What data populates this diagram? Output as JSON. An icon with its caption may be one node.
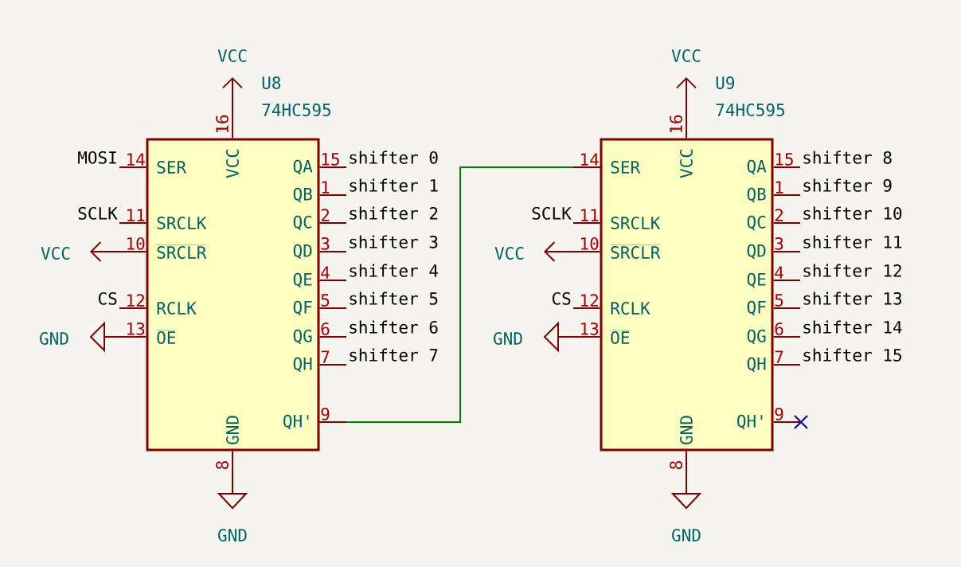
{
  "diagram": {
    "nodes": [
      {
        "text": [
          "U8",
          "74HC595",
          "SER",
          "SRCLK",
          "SRCLR",
          "RCLK",
          "OE",
          "VCC",
          "GND",
          "QA",
          "QB",
          "QC",
          "QD",
          "QE",
          "QF",
          "QG",
          "QH",
          "QH'"
        ]
      },
      {
        "text": [
          "VCC"
        ]
      },
      {
        "text": [
          "GND"
        ]
      },
      {
        "text": [
          "MOSI"
        ]
      },
      {
        "text": [
          "SCLK"
        ]
      },
      {
        "text": [
          "VCC"
        ]
      },
      {
        "text": [
          "CS"
        ]
      },
      {
        "text": [
          "GND"
        ]
      },
      {
        "text": [
          "shifter 0"
        ]
      },
      {
        "text": [
          "shifter 1"
        ]
      },
      {
        "text": [
          "shifter 2"
        ]
      },
      {
        "text": [
          "shifter 3"
        ]
      },
      {
        "text": [
          "shifter 4"
        ]
      },
      {
        "text": [
          "shifter 5"
        ]
      },
      {
        "text": [
          "shifter 6"
        ]
      },
      {
        "text": [
          "shifter 7"
        ]
      },
      {
        "text": [
          "U9",
          "74HC595",
          "SER",
          "SRCLK",
          "SRCLR",
          "RCLK",
          "OE",
          "VCC",
          "GND",
          "QA",
          "QB",
          "QC",
          "QD",
          "QE",
          "QF",
          "QG",
          "QH",
          "QH'"
        ]
      },
      {
        "text": [
          "VCC"
        ]
      },
      {
        "text": [
          "GND"
        ]
      },
      {
        "text": [
          "SCLK"
        ]
      },
      {
        "text": [
          "VCC"
        ]
      },
      {
        "text": [
          "CS"
        ]
      },
      {
        "text": [
          "GND"
        ]
      },
      {
        "text": [
          "shifter 8"
        ]
      },
      {
        "text": [
          "shifter 9"
        ]
      },
      {
        "text": [
          "shifter 10"
        ]
      },
      {
        "text": [
          "shifter 11"
        ]
      },
      {
        "text": [
          "shifter 12"
        ]
      },
      {
        "text": [
          "shifter 13"
        ]
      },
      {
        "text": [
          "shifter 14"
        ]
      },
      {
        "text": [
          "shifter 15"
        ]
      }
    ],
    "edges": [
      {
        "from": 0,
        "to": 1,
        "arrow": "to",
        "label": "16"
      },
      {
        "from": 0,
        "to": 2,
        "arrow": "none",
        "label": "8"
      },
      {
        "from": 0,
        "to": 3,
        "arrow": "none",
        "label": "14"
      },
      {
        "from": 0,
        "to": 4,
        "arrow": "none",
        "label": "11"
      },
      {
        "from": 0,
        "to": 5,
        "arrow": "to",
        "label": "10"
      },
      {
        "from": 0,
        "to": 6,
        "arrow": "none",
        "label": "12"
      },
      {
        "from": 0,
        "to": 7,
        "arrow": "none",
        "label": "13"
      },
      {
        "from": 0,
        "to": 8,
        "arrow": "none",
        "label": "15"
      },
      {
        "from": 0,
        "to": 9,
        "arrow": "none",
        "label": "1"
      },
      {
        "from": 0,
        "to": 10,
        "arrow": "none",
        "label": "2"
      },
      {
        "from": 0,
        "to": 11,
        "arrow": "none",
        "label": "3"
      },
      {
        "from": 0,
        "to": 12,
        "arrow": "none",
        "label": "4"
      },
      {
        "from": 0,
        "to": 13,
        "arrow": "none",
        "label": "5"
      },
      {
        "from": 0,
        "to": 14,
        "arrow": "none",
        "label": "6"
      },
      {
        "from": 0,
        "to": 15,
        "arrow": "none",
        "label": "7"
      },
      {
        "from": 0,
        "to": 16,
        "arrow": "none",
        "color": "#008400"
      },
      {
        "from": 16,
        "to": 17,
        "arrow": "to",
        "label": "16"
      },
      {
        "from": 16,
        "to": 18,
        "arrow": "none",
        "label": "8"
      },
      {
        "from": 16,
        "to": 19,
        "arrow": "none",
        "label": "11"
      },
      {
        "from": 16,
        "to": 20,
        "arrow": "to",
        "label": "10"
      },
      {
        "from": 16,
        "to": 21,
        "arrow": "none",
        "label": "12"
      },
      {
        "from": 16,
        "to": 22,
        "arrow": "none",
        "label": "13"
      },
      {
        "from": 16,
        "to": 23,
        "arrow": "none",
        "label": "15"
      },
      {
        "from": 16,
        "to": 24,
        "arrow": "none",
        "label": "1"
      },
      {
        "from": 16,
        "to": 25,
        "arrow": "none",
        "label": "2"
      },
      {
        "from": 16,
        "to": 26,
        "arrow": "none",
        "label": "3"
      },
      {
        "from": 16,
        "to": 27,
        "arrow": "none",
        "label": "4"
      },
      {
        "from": 16,
        "to": 28,
        "arrow": "none",
        "label": "5"
      },
      {
        "from": 16,
        "to": 29,
        "arrow": "none",
        "label": "6"
      },
      {
        "from": 16,
        "to": 30,
        "arrow": "none",
        "label": "7"
      },
      {
        "from": 16,
        "to": null,
        "arrow": "none",
        "label": "9"
      }
    ],
    "labels": [
      "9",
      "14"
    ]
  }
}
